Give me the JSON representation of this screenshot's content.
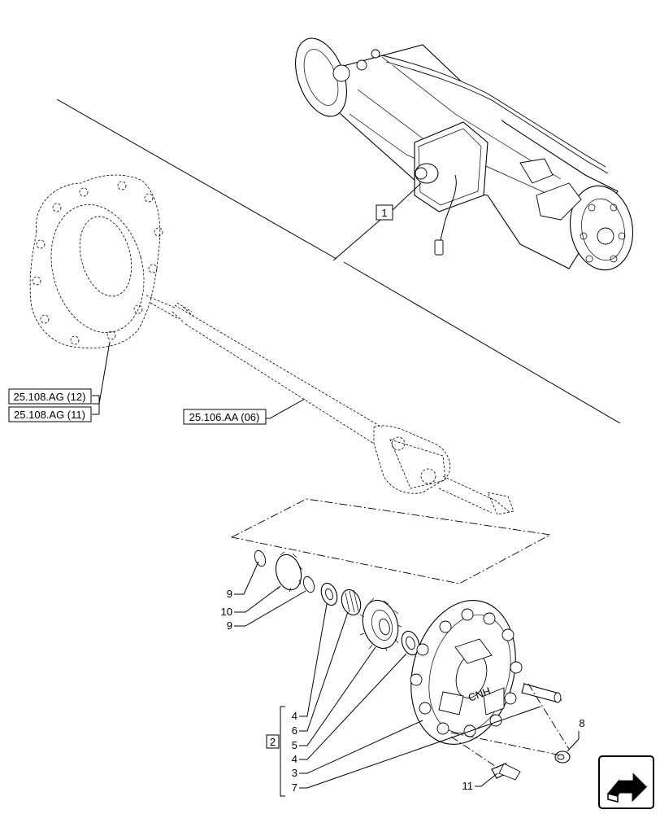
{
  "callouts": {
    "item_1": "1",
    "item_2": "2",
    "item_3": "3",
    "item_4a": "4",
    "item_4b": "4",
    "item_5": "5",
    "item_6": "6",
    "item_7": "7",
    "item_8": "8",
    "item_9a": "9",
    "item_9b": "9",
    "item_10": "10",
    "item_11": "11"
  },
  "references": {
    "ref_ag12": "25.108.AG (12)",
    "ref_ag11": "25.108.AG (11)",
    "ref_aa06": "25.106.AA (06)"
  },
  "brand_mark": "CNH",
  "nav_icon": "next-page-arrow-icon"
}
